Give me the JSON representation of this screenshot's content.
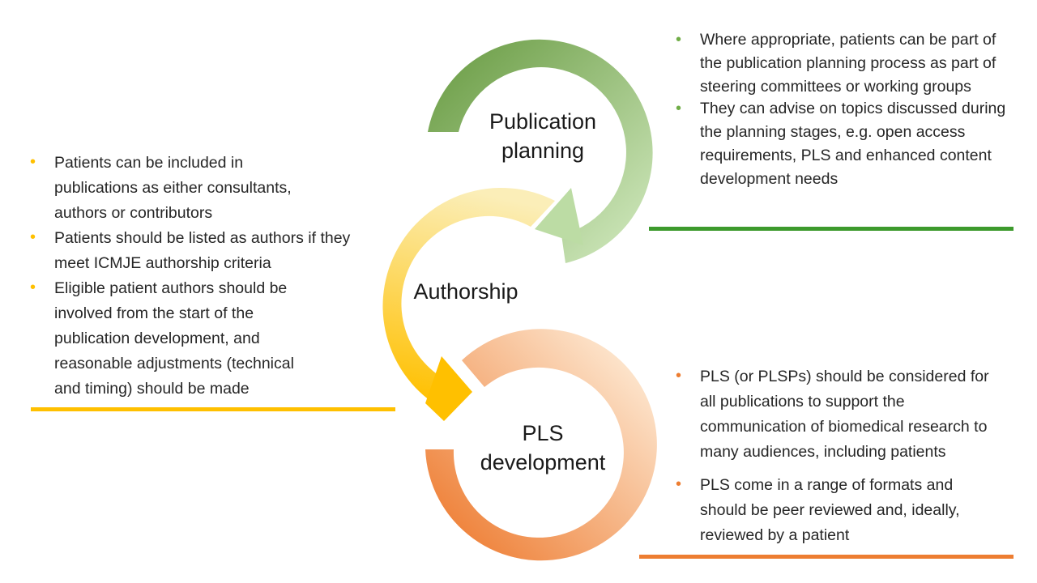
{
  "colors": {
    "green_dark": "#6e9f49",
    "green_light": "#c9e3b5",
    "yellow_dark": "#ffc000",
    "yellow_light": "#fbeeb8",
    "orange_dark": "#ee7d33",
    "orange_light": "#fde7d0",
    "green_rule": "#3d9a2d",
    "yellow_rule": "#ffc000",
    "orange_rule": "#ed7d31"
  },
  "stages": {
    "planning": {
      "line1": "Publication",
      "line2": "planning"
    },
    "authorship": {
      "label": "Authorship"
    },
    "pls": {
      "line1": "PLS",
      "line2": "development"
    }
  },
  "panels": {
    "planning": {
      "bullet_color": "#70ad47",
      "items": [
        "Where appropriate, patients can be part of the publication planning process as part of steering committees or working groups",
        "They can advise on topics discussed during the planning stages, e.g. open access requirements, PLS and enhanced content development needs"
      ]
    },
    "authorship": {
      "bullet_color": "#ffc000",
      "items": [
        "Patients can be included in publications as either consultants, authors or contributors",
        "Patients should be listed as authors if they meet ICMJE authorship criteria",
        "Eligible patient authors should be involved from the start of the publication development, and reasonable adjustments (technical and timing) should be made"
      ]
    },
    "pls": {
      "bullet_color": "#ed7d31",
      "items": [
        "PLS (or PLSPs) should be considered for all publications to support the communication of biomedical research to many audiences, including patients",
        "PLS come in a range of formats and should be peer reviewed and, ideally, reviewed by a patient"
      ]
    }
  }
}
